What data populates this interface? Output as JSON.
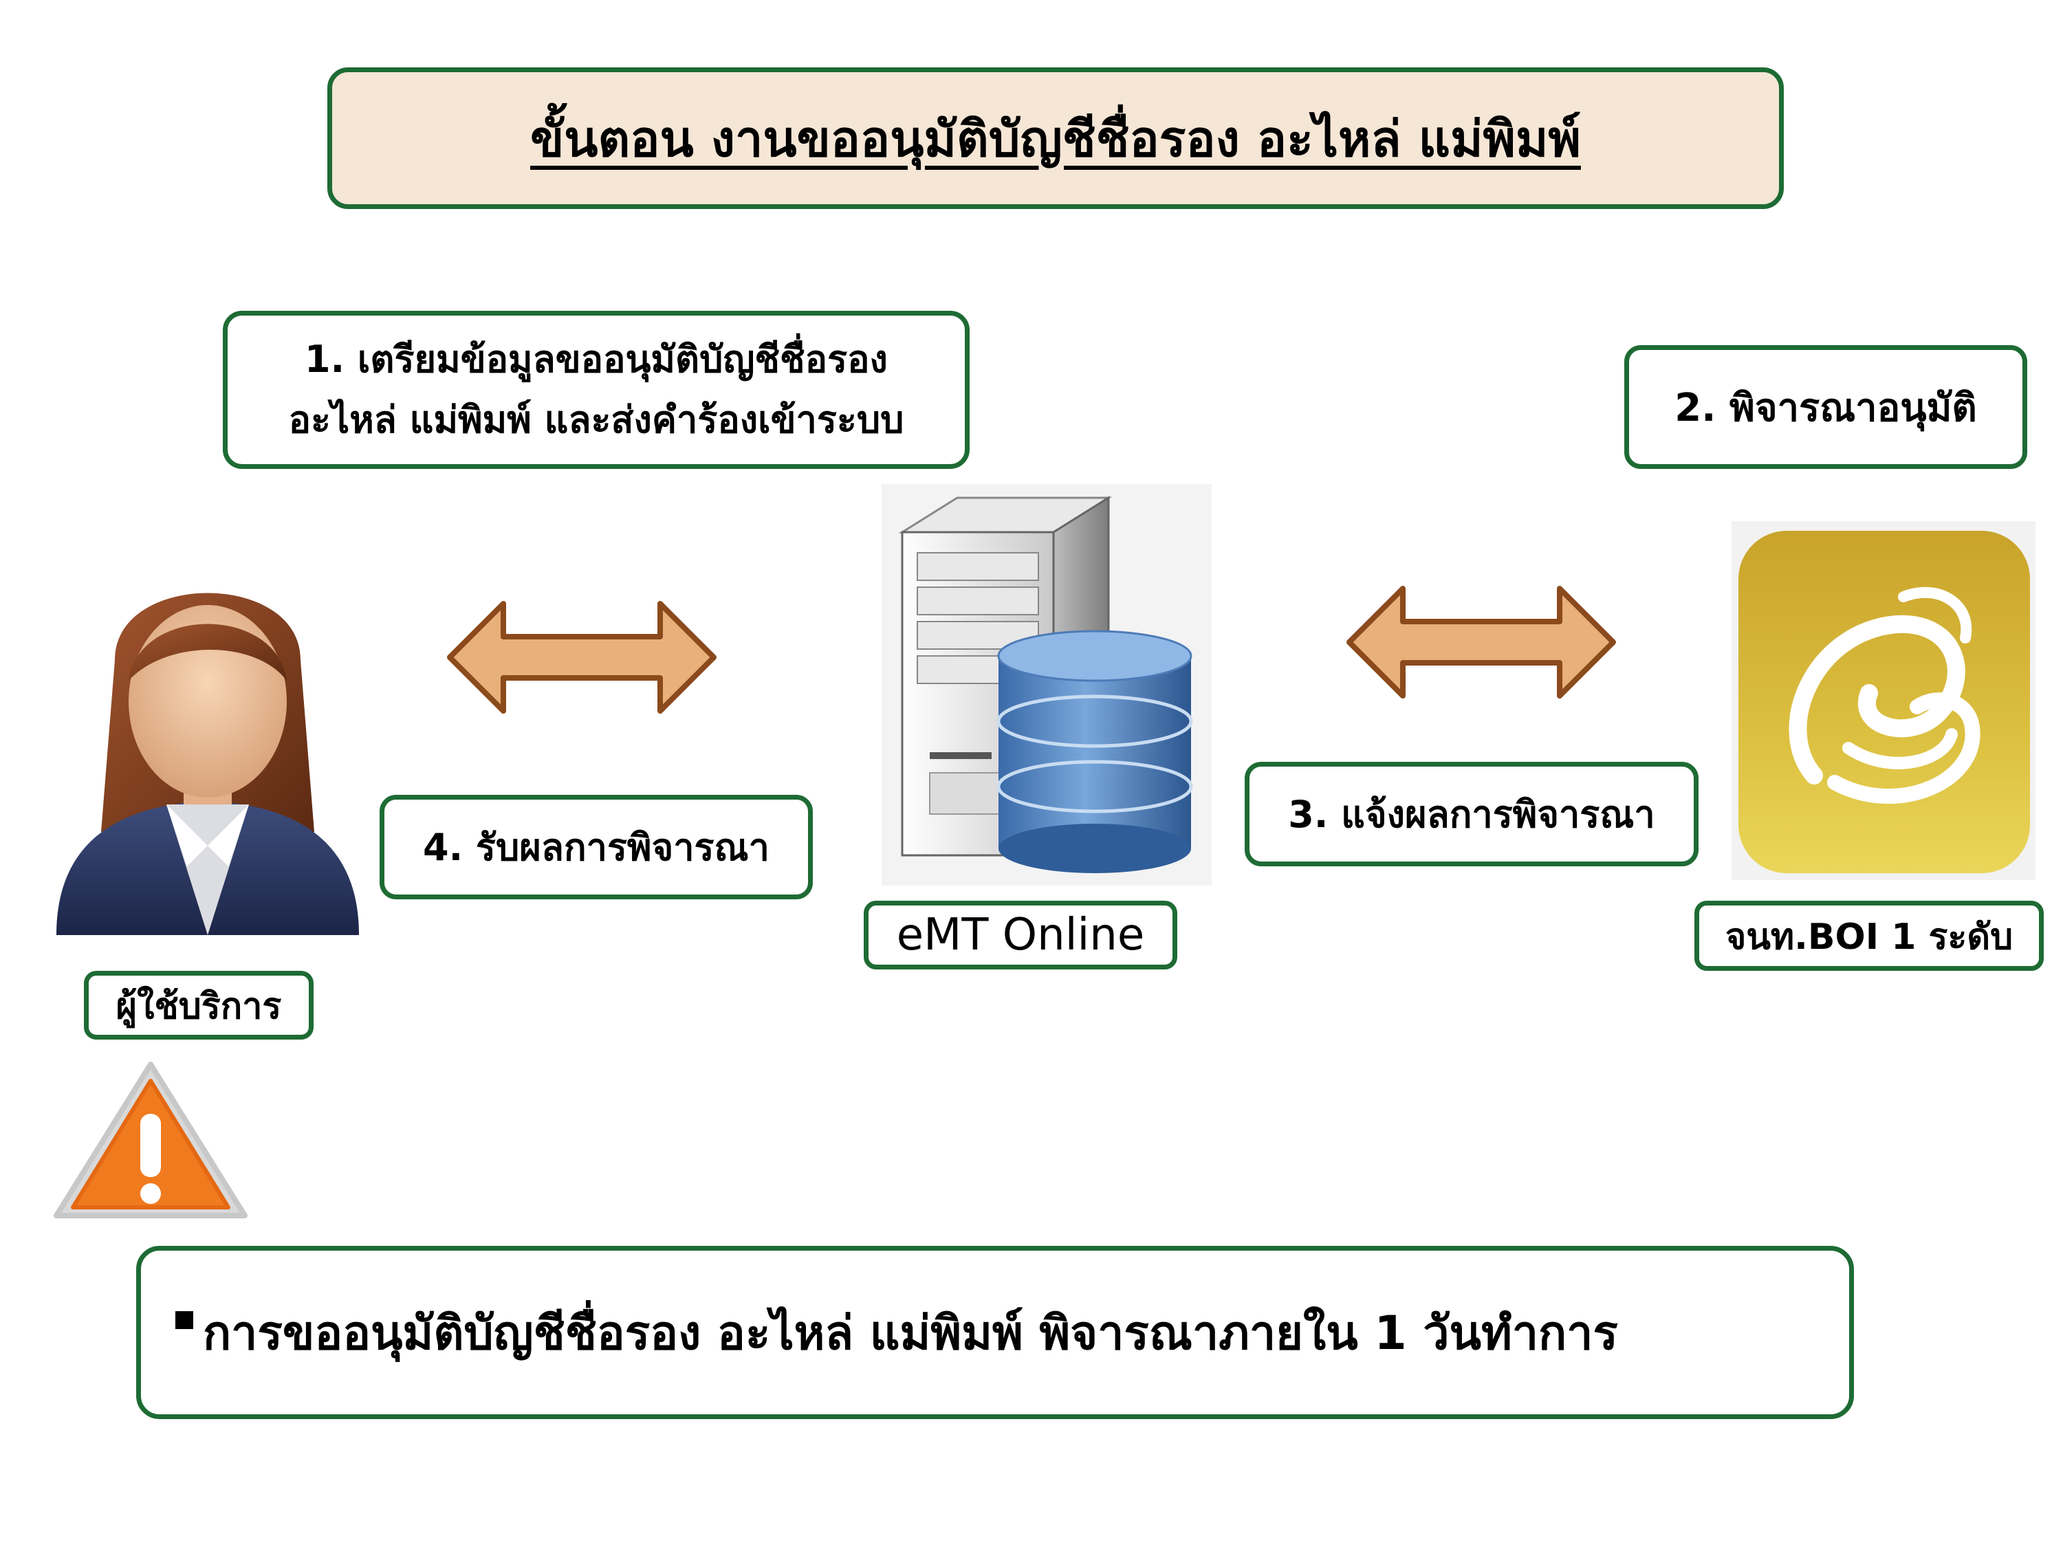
{
  "title": "ขั้นตอน งานขออนุมัติบัญชีชื่อรอง อะไหล่ แม่พิมพ์",
  "steps": {
    "step1": {
      "line1": "1. เตรียมข้อมูลขออนุมัติบัญชีชื่อรอง",
      "line2": "อะไหล่ แม่พิมพ์ และส่งคำร้องเข้าระบบ"
    },
    "step2": "2. พิจารณาอนุมัติ",
    "step3": "3. แจ้งผลการพิจารณา",
    "step4": "4. รับผลการพิจารณา"
  },
  "actors": {
    "user": "ผู้ใช้บริการ",
    "system": "eMT Online",
    "officer": "จนท.BOI 1 ระดับ"
  },
  "note": "การขออนุมัติบัญชีชื่อรอง อะไหล่ แม่พิมพ์ พิจารณาภายใน 1 วันทำการ",
  "colors": {
    "border": "#1e6b34",
    "title_bg": "#f5e6d6",
    "arrow_fill": "#e8b07a",
    "arrow_stroke": "#8b4a1c",
    "warning": "#f07a1e",
    "boi_gold": "#d4b02a"
  },
  "icons": {
    "user": "user-avatar-icon",
    "server": "server-database-icon",
    "boi": "boi-logo-icon",
    "warning": "warning-icon",
    "arrows": "double-arrow-icon"
  }
}
